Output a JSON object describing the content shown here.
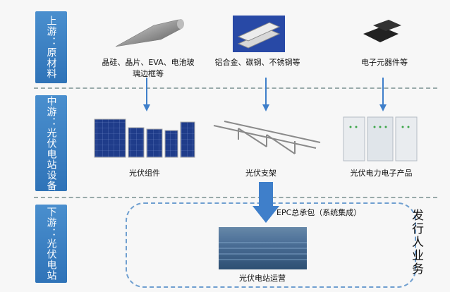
{
  "side_labels": [
    "上游：原材料",
    "中游：光伏电站设备",
    "下游：光伏电站"
  ],
  "upstream": {
    "silicon": "晶硅、晶片、EVA、电池玻璃边框等",
    "metals": "铝合金、碳钢、不锈钢等",
    "electronics": "电子元器件等"
  },
  "midstream": {
    "module": "光伏组件",
    "bracket": "光伏支架",
    "power_electronics": "光伏电力电子产品"
  },
  "downstream": {
    "epc": "EPC总承包（系统集成）",
    "operation": "光伏电站运营",
    "issuer": "发行人业务"
  },
  "icons": {
    "silicon_icon": "silicon-crystal-icon",
    "aluminum_icon": "aluminum-profile-icon",
    "chip_icon": "chip-icon",
    "solar_panel_icon": "solar-panel-icon",
    "bracket_icon": "bracket-icon",
    "cabinet_icon": "cabinet-icon",
    "plant_image": "solar-plant-image"
  },
  "colors": {
    "side_box": "#3d82c4",
    "arrow": "#3f7fca",
    "dashed_line": "#9aa",
    "dashed_group": "#6f9fd0"
  }
}
